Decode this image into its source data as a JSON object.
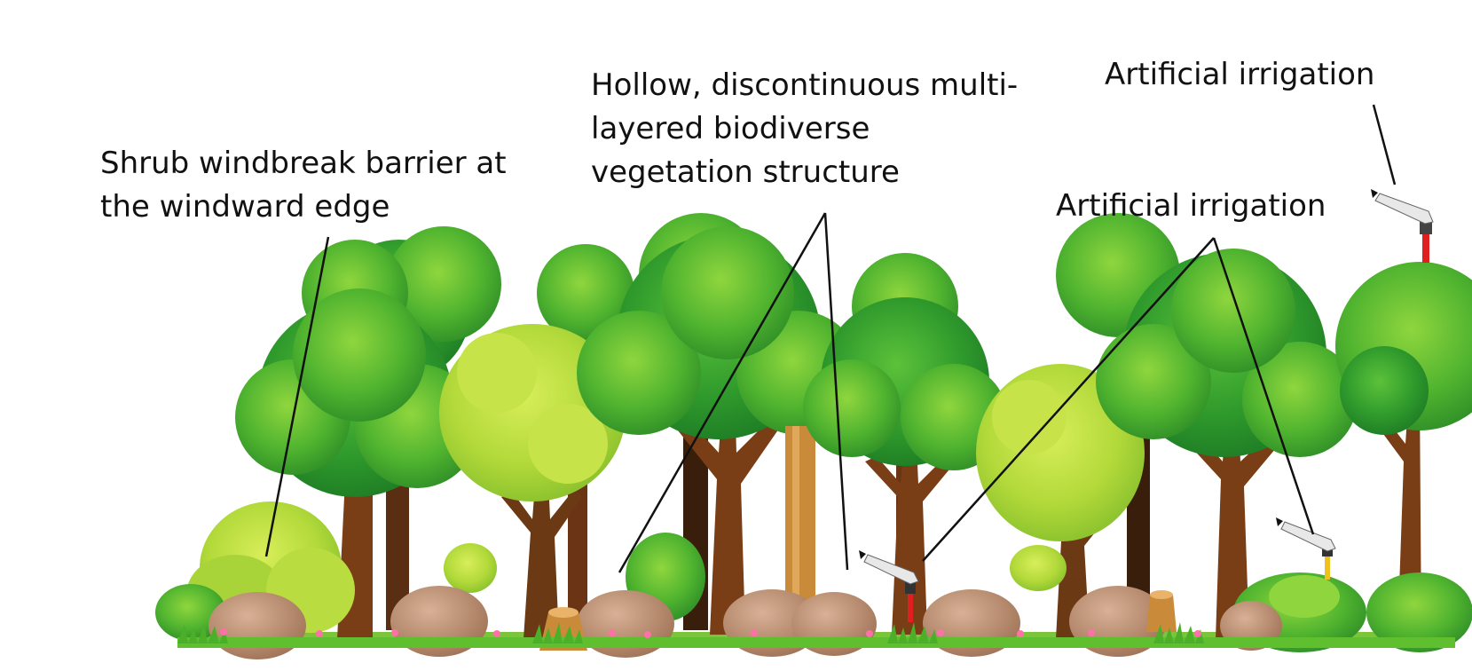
{
  "labels": {
    "shrub_windbreak": [
      "Shrub windbreak barrier at",
      "the windward edge"
    ],
    "hollow_structure": [
      "Hollow, discontinuous multi-",
      "layered biodiverse",
      "vegetation structure"
    ],
    "irrigation_top": "Artificial irrigation",
    "irrigation_mid": "Artificial irrigation"
  },
  "icons": [
    "tree-icon",
    "shrub-icon",
    "rock-icon",
    "stump-icon",
    "sprinkler-icon",
    "flower-icon",
    "grass-icon"
  ],
  "colors": {
    "leader_line": "#111111",
    "foliage_dark": "#1f8a2a",
    "foliage_mid": "#3fae2f",
    "foliage_light": "#9fd22a",
    "trunk": "#7a3e17",
    "rock": "#b98b6d",
    "grass": "#4caf2a",
    "sprinkler_red": "#e02020"
  }
}
